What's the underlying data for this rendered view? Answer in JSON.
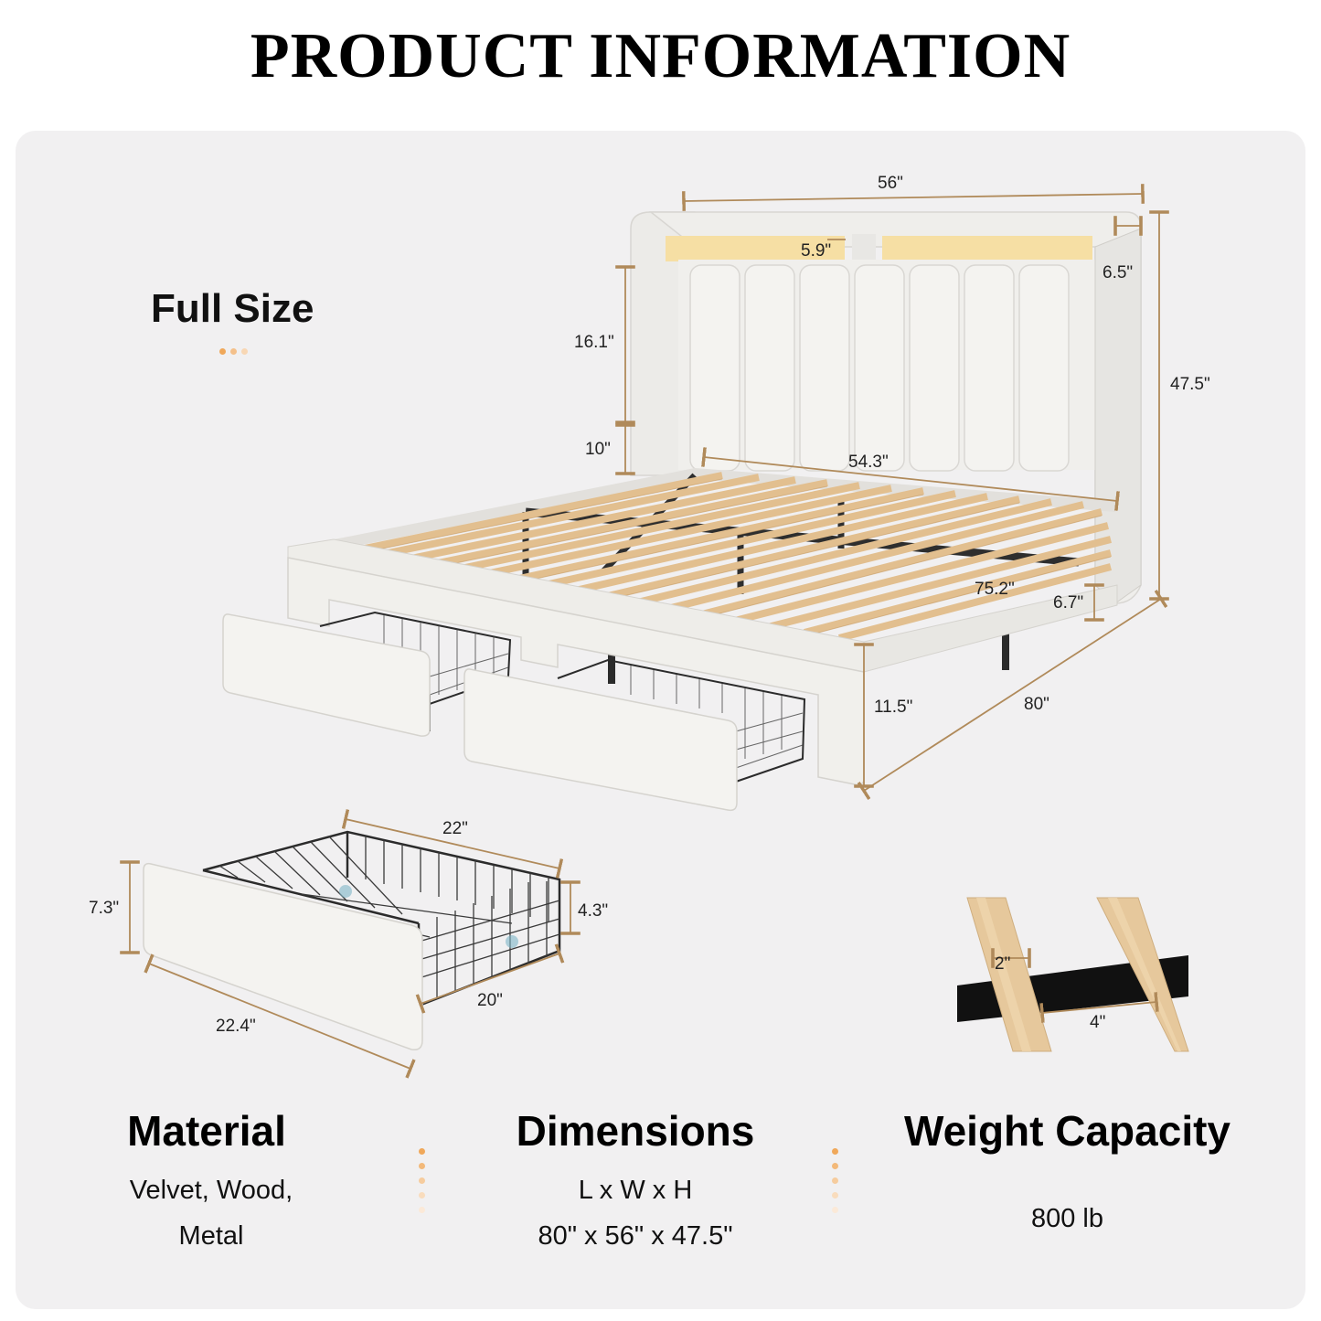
{
  "page": {
    "title": "PRODUCT INFORMATION",
    "size_label": "Full Size"
  },
  "bed_dimensions": {
    "top_width": "56\"",
    "shelf_gap": "5.9\"",
    "side_depth": "6.5\"",
    "headboard_panel": "16.1\"",
    "total_height": "47.5\"",
    "under_headboard": "10\"",
    "inner_width": "54.3\"",
    "inner_length": "75.2\"",
    "rail_height": "6.7\"",
    "leg_height": "11.5\"",
    "total_length": "80\""
  },
  "drawer_dimensions": {
    "basket_length": "22\"",
    "front_height": "7.3\"",
    "basket_height": "4.3\"",
    "basket_depth": "20\"",
    "front_width": "22.4\""
  },
  "slat_dimensions": {
    "slat_width": "2\"",
    "slat_gap": "4\""
  },
  "specs": {
    "material": {
      "heading": "Material",
      "line1": "Velvet, Wood,",
      "line2": "Metal"
    },
    "dimensions": {
      "heading": "Dimensions",
      "line1": "L x W x H",
      "line2": "80\" x 56\" x 47.5\""
    },
    "weight": {
      "heading": "Weight Capacity",
      "line1": "800 lb"
    }
  },
  "colors": {
    "accent": "#f0a85a",
    "dimension_line": "#b08a5a",
    "panel_background": "#f1f0f1",
    "fabric": "#f3f2f0",
    "slat_wood": "#e2bf8f",
    "metal": "#2b2b2b"
  }
}
